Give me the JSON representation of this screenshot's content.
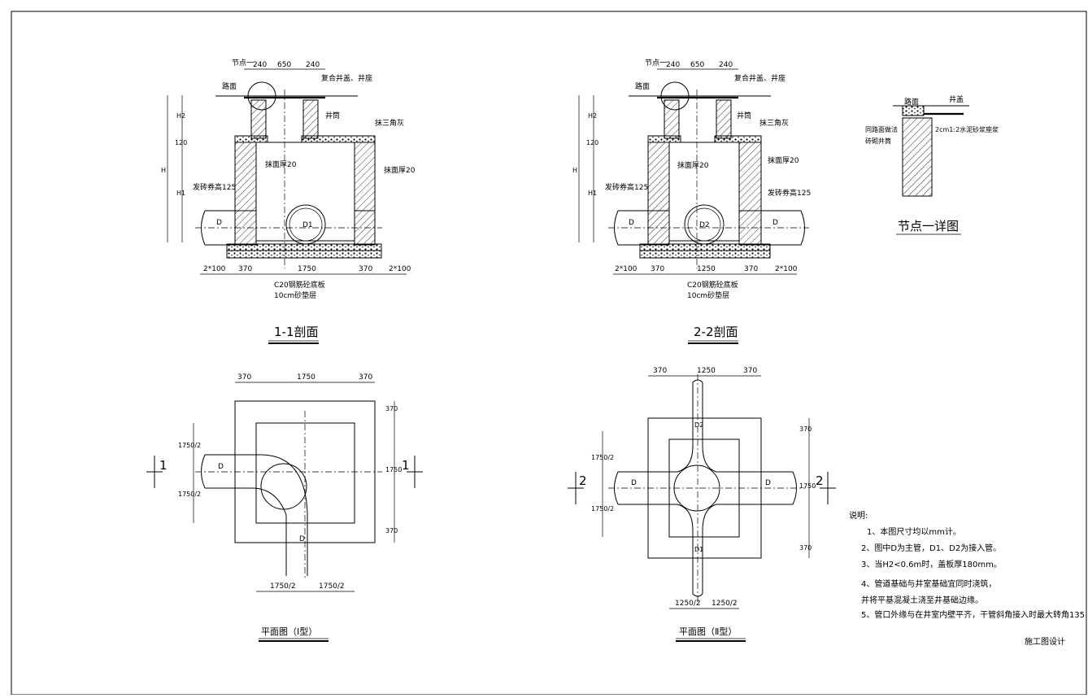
{
  "labels": {
    "node1": "节点一",
    "road": "路面",
    "cover": "复合井盖、井座",
    "shaft": "井筒",
    "triangle_mortar": "抹三角灰",
    "plaster20": "抹面厚20",
    "brick_arch": "发砖券高125",
    "base_slab": "C20钢筋砼底板",
    "sand_bed": "10cm砂垫层",
    "pipe_D": "D",
    "pipe_D1": "D1",
    "pipe_D2": "D2",
    "dimH": "H",
    "dimH1": "H1",
    "dimH2": "H2"
  },
  "section1": {
    "title": "1-1剖面",
    "top_dims": [
      "240",
      "650",
      "240"
    ],
    "dim_120": "120",
    "bottom_dims": [
      "2*100",
      "370",
      "1750",
      "370",
      "2*100"
    ]
  },
  "section2": {
    "title": "2-2剖面",
    "top_dims": [
      "240",
      "650",
      "240"
    ],
    "dim_120": "120",
    "bottom_dims": [
      "2*100",
      "370",
      "1250",
      "370",
      "2*100"
    ]
  },
  "detail": {
    "title": "节点一详图",
    "road": "路面",
    "cover": "井盖",
    "same_as_road": "同路面做法",
    "mortar": "2cm1:2水泥砂浆座浆",
    "brick_shaft": "砖砌井筒"
  },
  "plan1": {
    "title": "平面图（Ⅰ型）",
    "top_dims": [
      "370",
      "1750",
      "370"
    ],
    "right_dims": [
      "370",
      "1750",
      "370"
    ],
    "left_dims": [
      "1750/2",
      "1750/2"
    ],
    "bottom_dims": [
      "1750/2",
      "1750/2"
    ],
    "section_mark": "1"
  },
  "plan2": {
    "title": "平面图（Ⅱ型）",
    "top_dims": [
      "370",
      "1250",
      "370"
    ],
    "right_dims": [
      "370",
      "1750",
      "370"
    ],
    "left_dims": [
      "1750/2",
      "1750/2"
    ],
    "bottom_dims": [
      "1250/2",
      "1250/2"
    ],
    "section_mark": "2"
  },
  "notes": {
    "heading": "说明:",
    "items": [
      "1、本图尺寸均以mm计。",
      "2、图中D为主管，D1、D2为接入管。",
      "3、当H2<0.6m时，盖板厚180mm。",
      "4、管道基础与井室基础宜同时浇筑，",
      "并将平基混凝土浇至井基础边缘。",
      "5、管口外缘与在井室内壁平齐，干管斜角接入时最大转角135"
    ]
  },
  "stamp": "施工图设计"
}
